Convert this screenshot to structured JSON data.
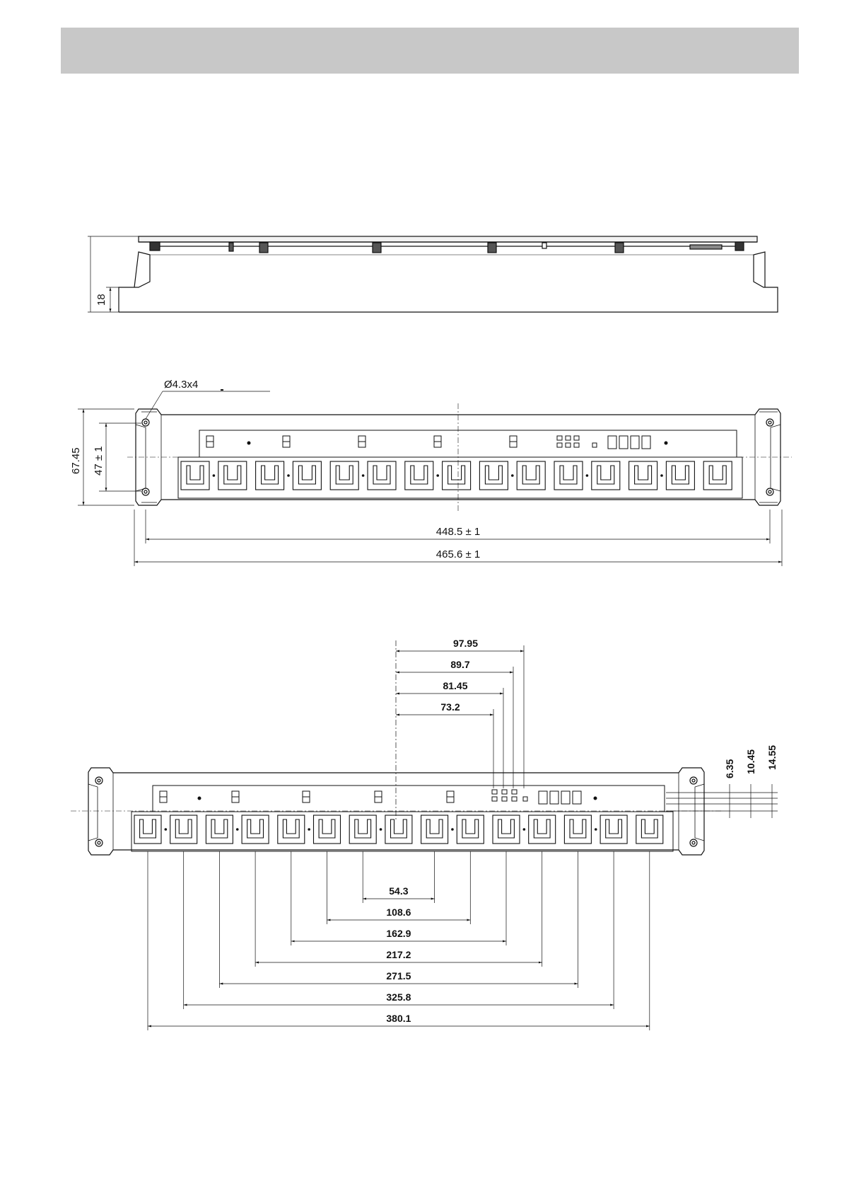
{
  "colors": {
    "header_band": "#c8c8c8",
    "line": "#111111"
  },
  "side_view": {
    "height_dim": "18"
  },
  "top_view": {
    "hole_callout": "Ø4.3x4",
    "height_overall": "67.45",
    "height_inner": "47 ± 1",
    "width_inner": "448.5 ± 1",
    "width_overall": "465.6 ± 1",
    "button_count": 15
  },
  "dimension_view": {
    "top_dims": [
      "97.95",
      "89.7",
      "81.45",
      "73.2"
    ],
    "right_dims": [
      "6.35",
      "10.45",
      "14.55"
    ],
    "bottom_dims": [
      "54.3",
      "108.6",
      "162.9",
      "217.2",
      "271.5",
      "325.8",
      "380.1"
    ],
    "button_count": 15
  }
}
